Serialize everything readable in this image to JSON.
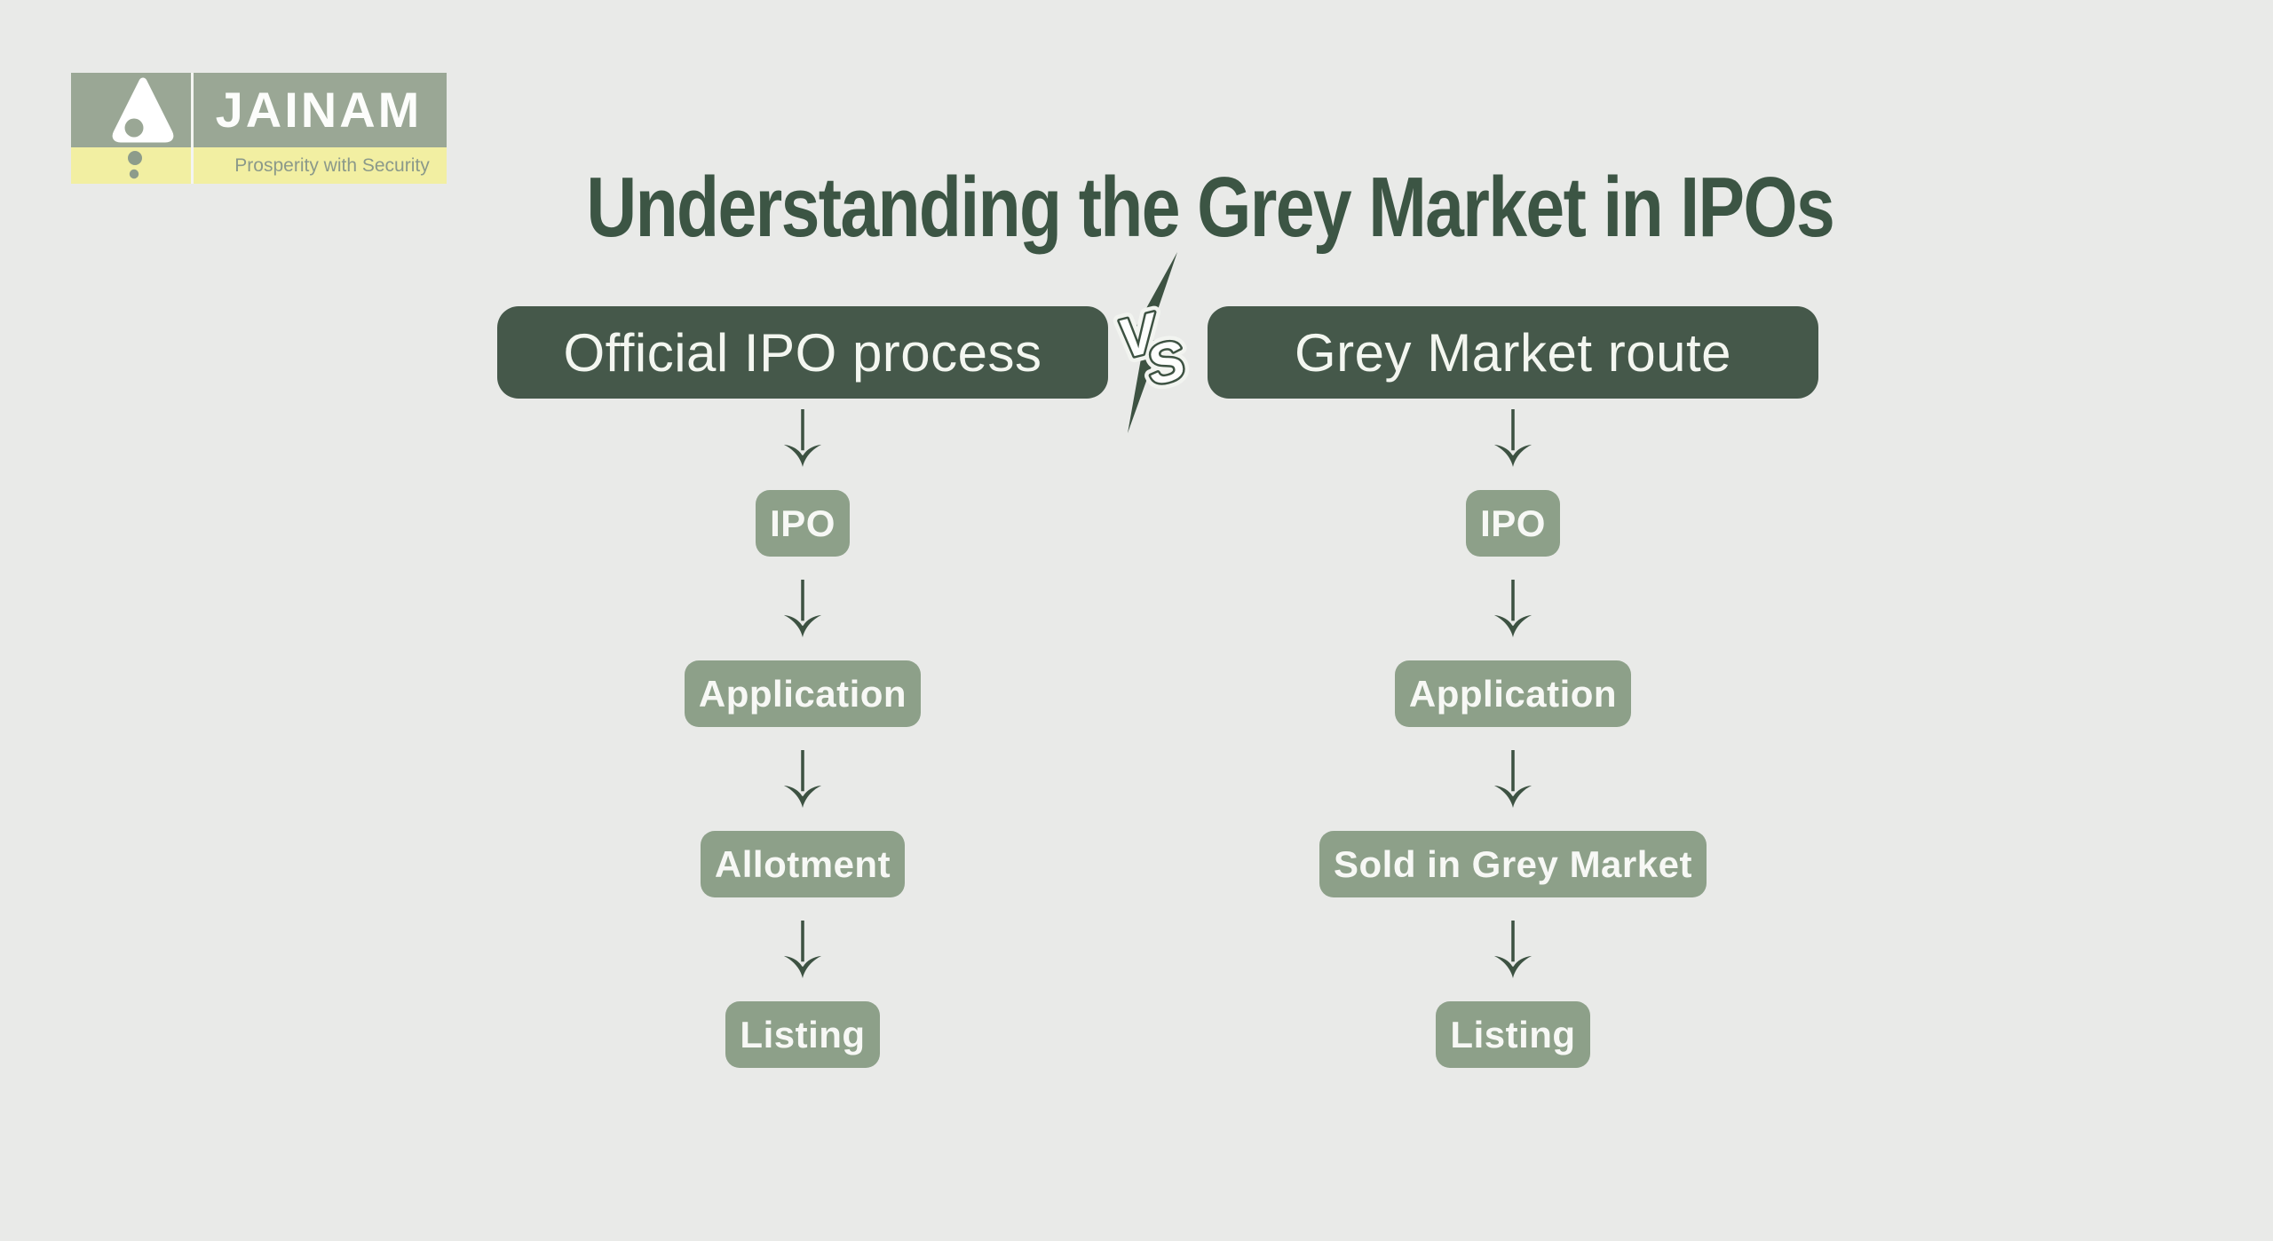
{
  "page": {
    "background_color": "#e9eae8",
    "dark_green": "#45584a",
    "arrow_green": "#3d5242",
    "sage_green": "#8da089",
    "title_color": "#3c5544"
  },
  "logo": {
    "brand": "JAINAM",
    "tagline": "Prosperity with Security",
    "box_color": "#9aa795",
    "band_color": "#f2efa2",
    "tagline_color": "#8b998a",
    "mark": "triangle-with-dots-icon"
  },
  "title": {
    "text": "Understanding the Grey Market in IPOs"
  },
  "vs": {
    "label": "VS",
    "letters": [
      "V",
      "S"
    ]
  },
  "columns": [
    {
      "id": "official",
      "header": "Official IPO process",
      "steps": [
        "IPO",
        "Application",
        "Allotment",
        "Listing"
      ]
    },
    {
      "id": "grey-market",
      "header": "Grey Market route",
      "steps": [
        "IPO",
        "Application",
        "Sold in Grey Market",
        "Listing"
      ]
    }
  ]
}
